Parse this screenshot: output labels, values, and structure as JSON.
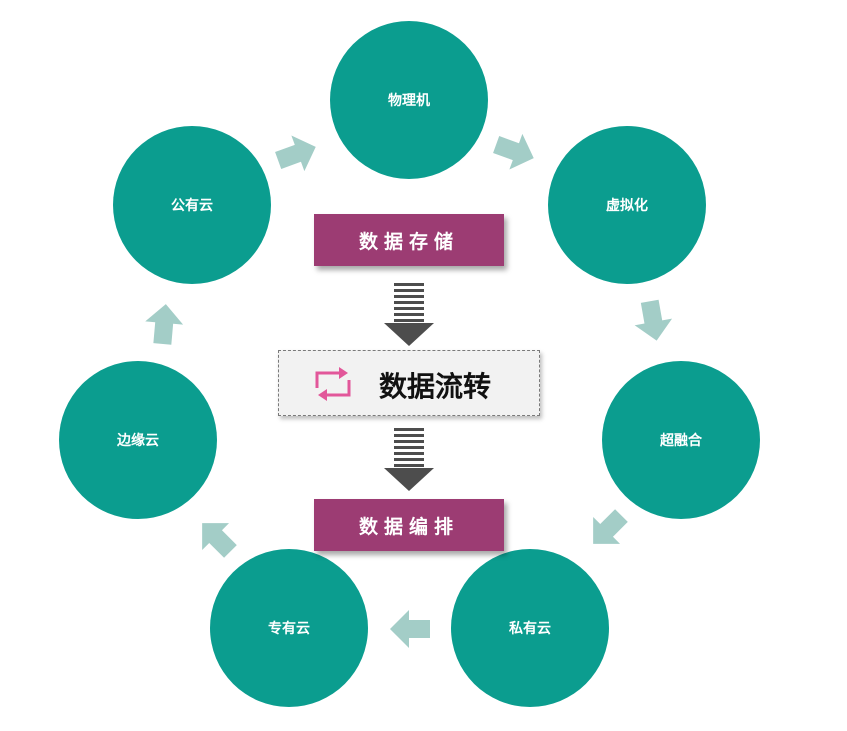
{
  "colors": {
    "node_fill": "#0b9d8f",
    "arrow_fill": "#a3cdc7",
    "banner_fill": "#9c3c73",
    "down_arrow_fill": "#4d4d4d",
    "flow_box_fill": "#f2f2f2",
    "flow_icon": "#e2579a"
  },
  "cycle": {
    "nodes": [
      {
        "label": "物理机"
      },
      {
        "label": "虚拟化"
      },
      {
        "label": "超融合"
      },
      {
        "label": "私有云"
      },
      {
        "label": "专有云"
      },
      {
        "label": "边缘云"
      },
      {
        "label": "公有云"
      }
    ]
  },
  "center": {
    "top_banner": "数据存储",
    "flow_label": "数据流转",
    "flow_icon": "cycle-arrows-icon",
    "bottom_banner": "数据编排"
  }
}
